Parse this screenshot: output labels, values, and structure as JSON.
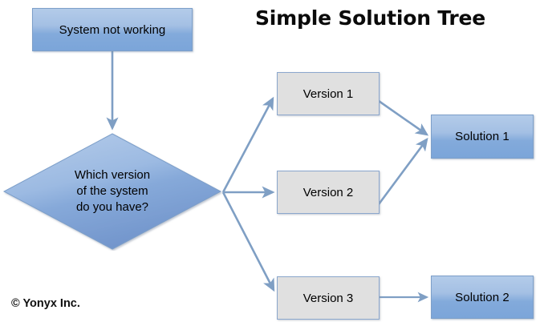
{
  "title": "Simple Solution Tree",
  "copyright": "© Yonyx Inc.",
  "colors": {
    "blue_fill_top": "#b3cbe9",
    "blue_fill_bottom": "#7ba5d9",
    "diamond_fill_top": "#a9c2e4",
    "diamond_fill_bottom": "#7596cc",
    "gray_fill": "#e0e0e0",
    "node_border": "#7d9fc9",
    "connector": "#7f9fc4",
    "text": "#000000",
    "background": "#ffffff"
  },
  "nodes": {
    "start": {
      "label": "System not working",
      "type": "process",
      "style": "blue"
    },
    "decision": {
      "label": "Which version of the system do you have?",
      "lines": [
        "Which version",
        "of the system",
        "do you have?"
      ],
      "type": "decision",
      "style": "blue"
    },
    "version1": {
      "label": "Version 1",
      "type": "process",
      "style": "gray"
    },
    "version2": {
      "label": "Version 2",
      "type": "process",
      "style": "gray"
    },
    "version3": {
      "label": "Version 3",
      "type": "process",
      "style": "gray"
    },
    "solution1": {
      "label": "Solution 1",
      "type": "terminal",
      "style": "blue"
    },
    "solution2": {
      "label": "Solution 2",
      "type": "terminal",
      "style": "blue"
    }
  },
  "edges": [
    {
      "from": "start",
      "to": "decision",
      "label": ""
    },
    {
      "from": "decision",
      "to": "version1",
      "label": ""
    },
    {
      "from": "decision",
      "to": "version2",
      "label": ""
    },
    {
      "from": "decision",
      "to": "version3",
      "label": ""
    },
    {
      "from": "version1",
      "to": "solution1",
      "label": ""
    },
    {
      "from": "version2",
      "to": "solution1",
      "label": ""
    },
    {
      "from": "version3",
      "to": "solution2",
      "label": ""
    }
  ]
}
